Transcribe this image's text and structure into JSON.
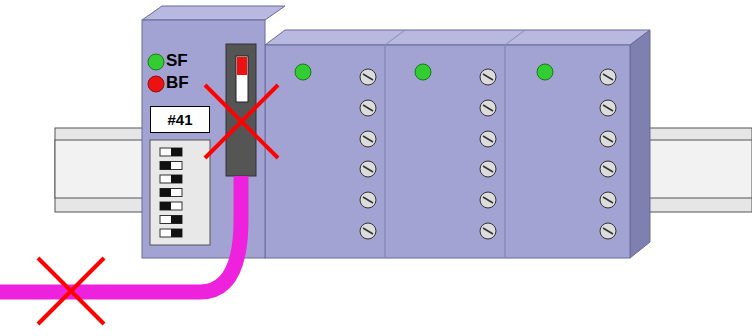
{
  "diagram": {
    "nodes": [
      {
        "text": [
          "#41"
        ]
      }
    ],
    "labels": [
      "SF",
      "BF"
    ]
  }
}
